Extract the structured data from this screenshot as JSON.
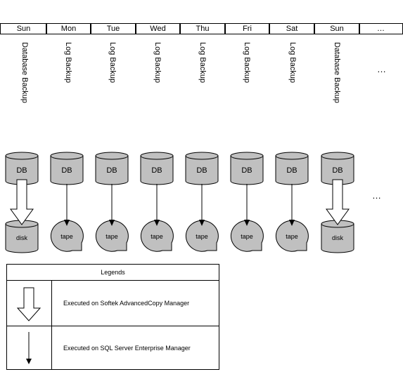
{
  "header": {
    "days": [
      "Sun",
      "Mon",
      "Tue",
      "Wed",
      "Thu",
      "Fri",
      "Sat",
      "Sun",
      "…"
    ]
  },
  "backups": [
    "Database Backup",
    "Log Backup",
    "Log Backup",
    "Log Backup",
    "Log Backup",
    "Log Backup",
    "Log Backup",
    "Database Backup"
  ],
  "ellipsis": "…",
  "source_label": "DB",
  "targets": [
    {
      "label": "disk",
      "kind": "disk",
      "arrow": "copy-manager"
    },
    {
      "label": "tape",
      "kind": "tape",
      "arrow": "enterprise-manager"
    },
    {
      "label": "tape",
      "kind": "tape",
      "arrow": "enterprise-manager"
    },
    {
      "label": "tape",
      "kind": "tape",
      "arrow": "enterprise-manager"
    },
    {
      "label": "tape",
      "kind": "tape",
      "arrow": "enterprise-manager"
    },
    {
      "label": "tape",
      "kind": "tape",
      "arrow": "enterprise-manager"
    },
    {
      "label": "tape",
      "kind": "tape",
      "arrow": "enterprise-manager"
    },
    {
      "label": "disk",
      "kind": "disk",
      "arrow": "copy-manager"
    }
  ],
  "legend": {
    "title": "Legends",
    "rows": [
      {
        "symbol": "hollow-arrow-icon",
        "text": "Executed on Softek AdvancedCopy Manager"
      },
      {
        "symbol": "thin-arrow-icon",
        "text": "Executed on SQL Server Enterprise Manager"
      }
    ]
  },
  "colors": {
    "shape_fill": "#c0c0c0",
    "line": "#000000",
    "background": "#ffffff"
  }
}
